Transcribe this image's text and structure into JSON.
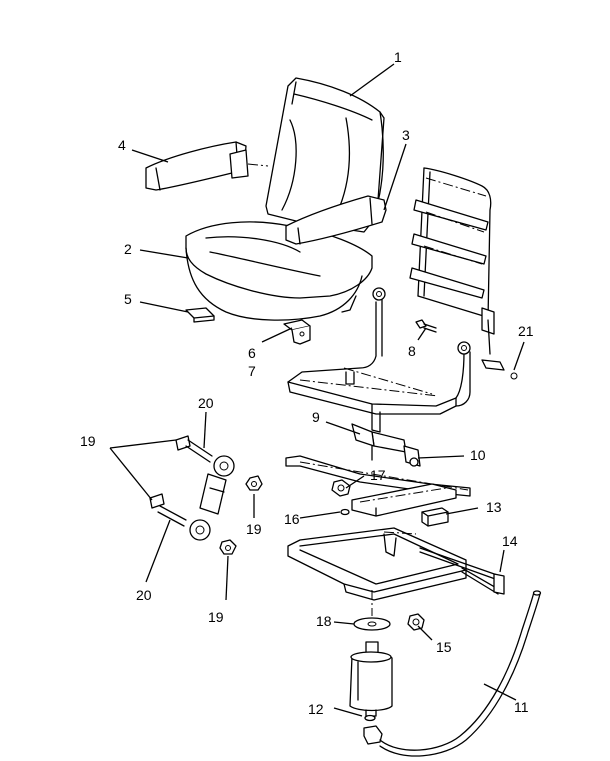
{
  "diagram": {
    "callouts": [
      {
        "id": "c1",
        "label": "1"
      },
      {
        "id": "c2",
        "label": "2"
      },
      {
        "id": "c3",
        "label": "3"
      },
      {
        "id": "c4",
        "label": "4"
      },
      {
        "id": "c5",
        "label": "5"
      },
      {
        "id": "c6",
        "label": "6"
      },
      {
        "id": "c7",
        "label": "7"
      },
      {
        "id": "c8",
        "label": "8"
      },
      {
        "id": "c9",
        "label": "9"
      },
      {
        "id": "c10",
        "label": "10"
      },
      {
        "id": "c11",
        "label": "11"
      },
      {
        "id": "c12",
        "label": "12"
      },
      {
        "id": "c13",
        "label": "13"
      },
      {
        "id": "c14",
        "label": "14"
      },
      {
        "id": "c15",
        "label": "15"
      },
      {
        "id": "c16",
        "label": "16"
      },
      {
        "id": "c17",
        "label": "17"
      },
      {
        "id": "c18",
        "label": "18"
      },
      {
        "id": "c19a",
        "label": "19"
      },
      {
        "id": "c19b",
        "label": "19"
      },
      {
        "id": "c19c",
        "label": "19"
      },
      {
        "id": "c20a",
        "label": "20"
      },
      {
        "id": "c20b",
        "label": "20"
      },
      {
        "id": "c21",
        "label": "21"
      }
    ]
  }
}
